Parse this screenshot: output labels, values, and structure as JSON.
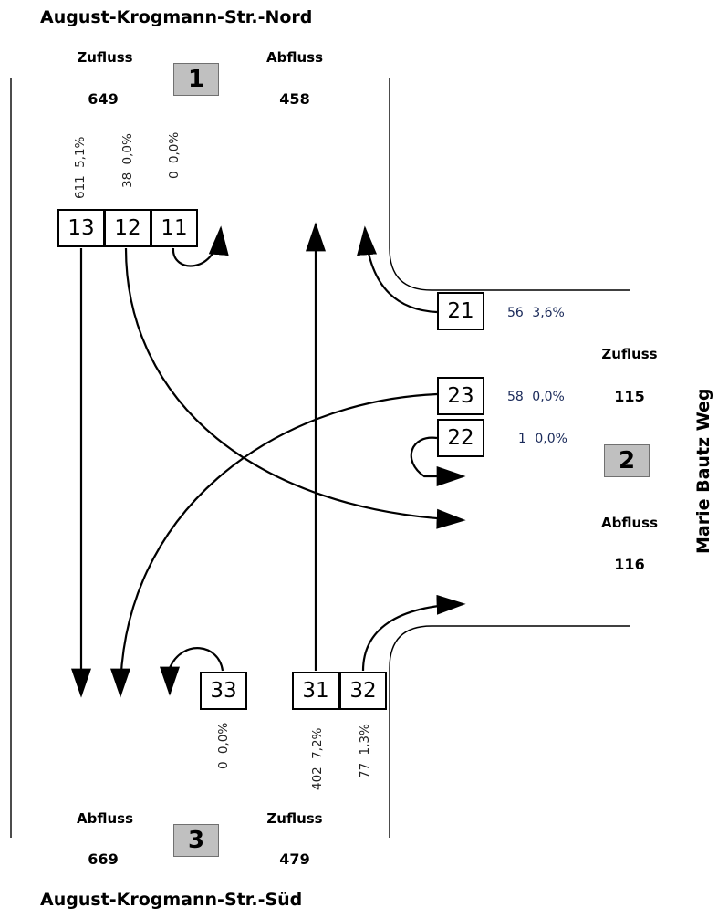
{
  "streets": {
    "north": "August-Krogmann-Str.-Nord",
    "south": "August-Krogmann-Str.-Süd",
    "east": "Marie Bautz Weg"
  },
  "legs": {
    "n1": {
      "id": "1",
      "zufluss_label": "Zufluss",
      "zufluss": "649",
      "abfluss_label": "Abfluss",
      "abfluss": "458"
    },
    "n2": {
      "id": "2",
      "zufluss_label": "Zufluss",
      "zufluss": "115",
      "abfluss_label": "Abfluss",
      "abfluss": "116"
    },
    "n3": {
      "id": "3",
      "zufluss_label": "Zufluss",
      "zufluss": "479",
      "abfluss_label": "Abfluss",
      "abfluss": "669"
    }
  },
  "lanes": {
    "l13": {
      "id": "13",
      "count": "611",
      "pct": "5,1%"
    },
    "l12": {
      "id": "12",
      "count": "38",
      "pct": "0,0%"
    },
    "l11": {
      "id": "11",
      "count": "0",
      "pct": "0,0%"
    },
    "l21": {
      "id": "21",
      "count": "56",
      "pct": "3,6%"
    },
    "l23": {
      "id": "23",
      "count": "58",
      "pct": "0,0%"
    },
    "l22": {
      "id": "22",
      "count": "1",
      "pct": "0,0%"
    },
    "l33": {
      "id": "33",
      "count": "0",
      "pct": "0,0%"
    },
    "l31": {
      "id": "31",
      "count": "402",
      "pct": "7,2%"
    },
    "l32": {
      "id": "32",
      "count": "77",
      "pct": "1,3%"
    }
  }
}
